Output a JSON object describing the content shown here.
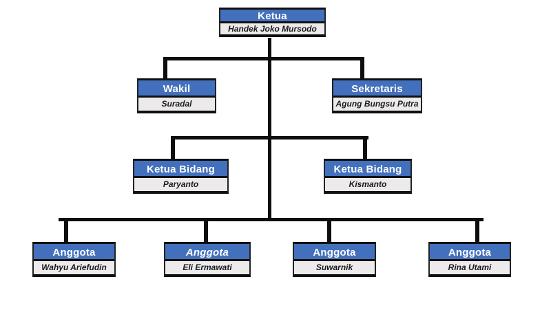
{
  "colors": {
    "header_bg": "#4370bc",
    "header_text": "#ffffff",
    "body_bg": "#eceaea",
    "body_text": "#1b1b1b",
    "border": "#101010",
    "connector": "#0e0e0e",
    "canvas_bg": "#ffffff"
  },
  "org_chart": {
    "type": "organization-chart",
    "nodes": [
      {
        "id": "ketua",
        "title": "Ketua",
        "name": "Handek Joko Mursodo",
        "level": 1,
        "title_italic": false
      },
      {
        "id": "wakil",
        "title": "Wakil",
        "name": "Suradal",
        "level": 2,
        "title_italic": false
      },
      {
        "id": "sekretaris",
        "title": "Sekretaris",
        "name": "Agung Bungsu Putra",
        "level": 2,
        "title_italic": false
      },
      {
        "id": "ketua-bidang-1",
        "title": "Ketua Bidang",
        "name": "Paryanto",
        "level": 3,
        "title_italic": false
      },
      {
        "id": "ketua-bidang-2",
        "title": "Ketua Bidang",
        "name": "Kismanto",
        "level": 3,
        "title_italic": false
      },
      {
        "id": "anggota-1",
        "title": "Anggota",
        "name": "Wahyu Ariefudin",
        "level": 4,
        "title_italic": false
      },
      {
        "id": "anggota-2",
        "title": "Anggota",
        "name": "Eli Ermawati",
        "level": 4,
        "title_italic": true
      },
      {
        "id": "anggota-3",
        "title": "Anggota",
        "name": "Suwarnik",
        "level": 4,
        "title_italic": false
      },
      {
        "id": "anggota-4",
        "title": "Anggota",
        "name": "Rina Utami",
        "level": 4,
        "title_italic": false
      }
    ]
  }
}
